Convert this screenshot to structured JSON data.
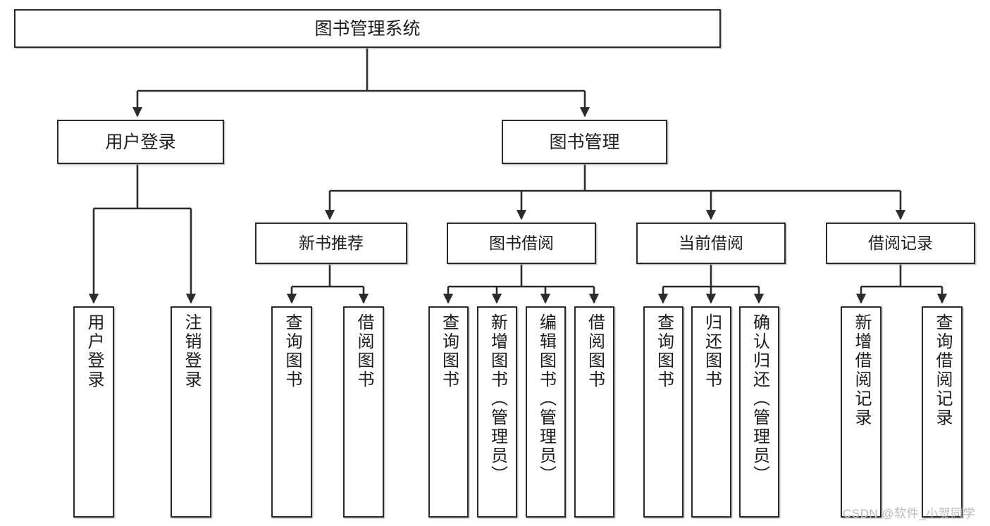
{
  "diagram": {
    "title": "图书管理系统",
    "type": "tree-hierarchy-diagram",
    "colors": {
      "background": "#ffffff",
      "box_border": "#2b2b2b",
      "box_fill": "#ffffff",
      "connector": "#2b2b2b",
      "text": "#1d1d1d",
      "watermark": "#b9b9b9"
    }
  },
  "root": {
    "label": "图书管理系统"
  },
  "level2": [
    {
      "label": "用户登录"
    },
    {
      "label": "图书管理"
    }
  ],
  "level3": [
    {
      "label": "新书推荐"
    },
    {
      "label": "图书借阅"
    },
    {
      "label": "当前借阅"
    },
    {
      "label": "借阅记录"
    }
  ],
  "leaves": {
    "user_login": [
      {
        "label": "用户登录"
      },
      {
        "label": "注销登录"
      }
    ],
    "new_book_recommend": [
      {
        "label": "查询图书"
      },
      {
        "label": "借阅图书"
      }
    ],
    "book_borrow": [
      {
        "label": "查询图书"
      },
      {
        "label": "新增图书（管理员）"
      },
      {
        "label": "编辑图书（管理员）"
      },
      {
        "label": "借阅图书"
      }
    ],
    "current_borrow": [
      {
        "label": "查询图书"
      },
      {
        "label": "归还图书"
      },
      {
        "label": "确认归还（管理员）"
      }
    ],
    "borrow_records": [
      {
        "label": "新增借阅记录"
      },
      {
        "label": "查询借阅记录"
      }
    ]
  },
  "watermark": {
    "text": "CSDN @软件_小贺同学"
  }
}
